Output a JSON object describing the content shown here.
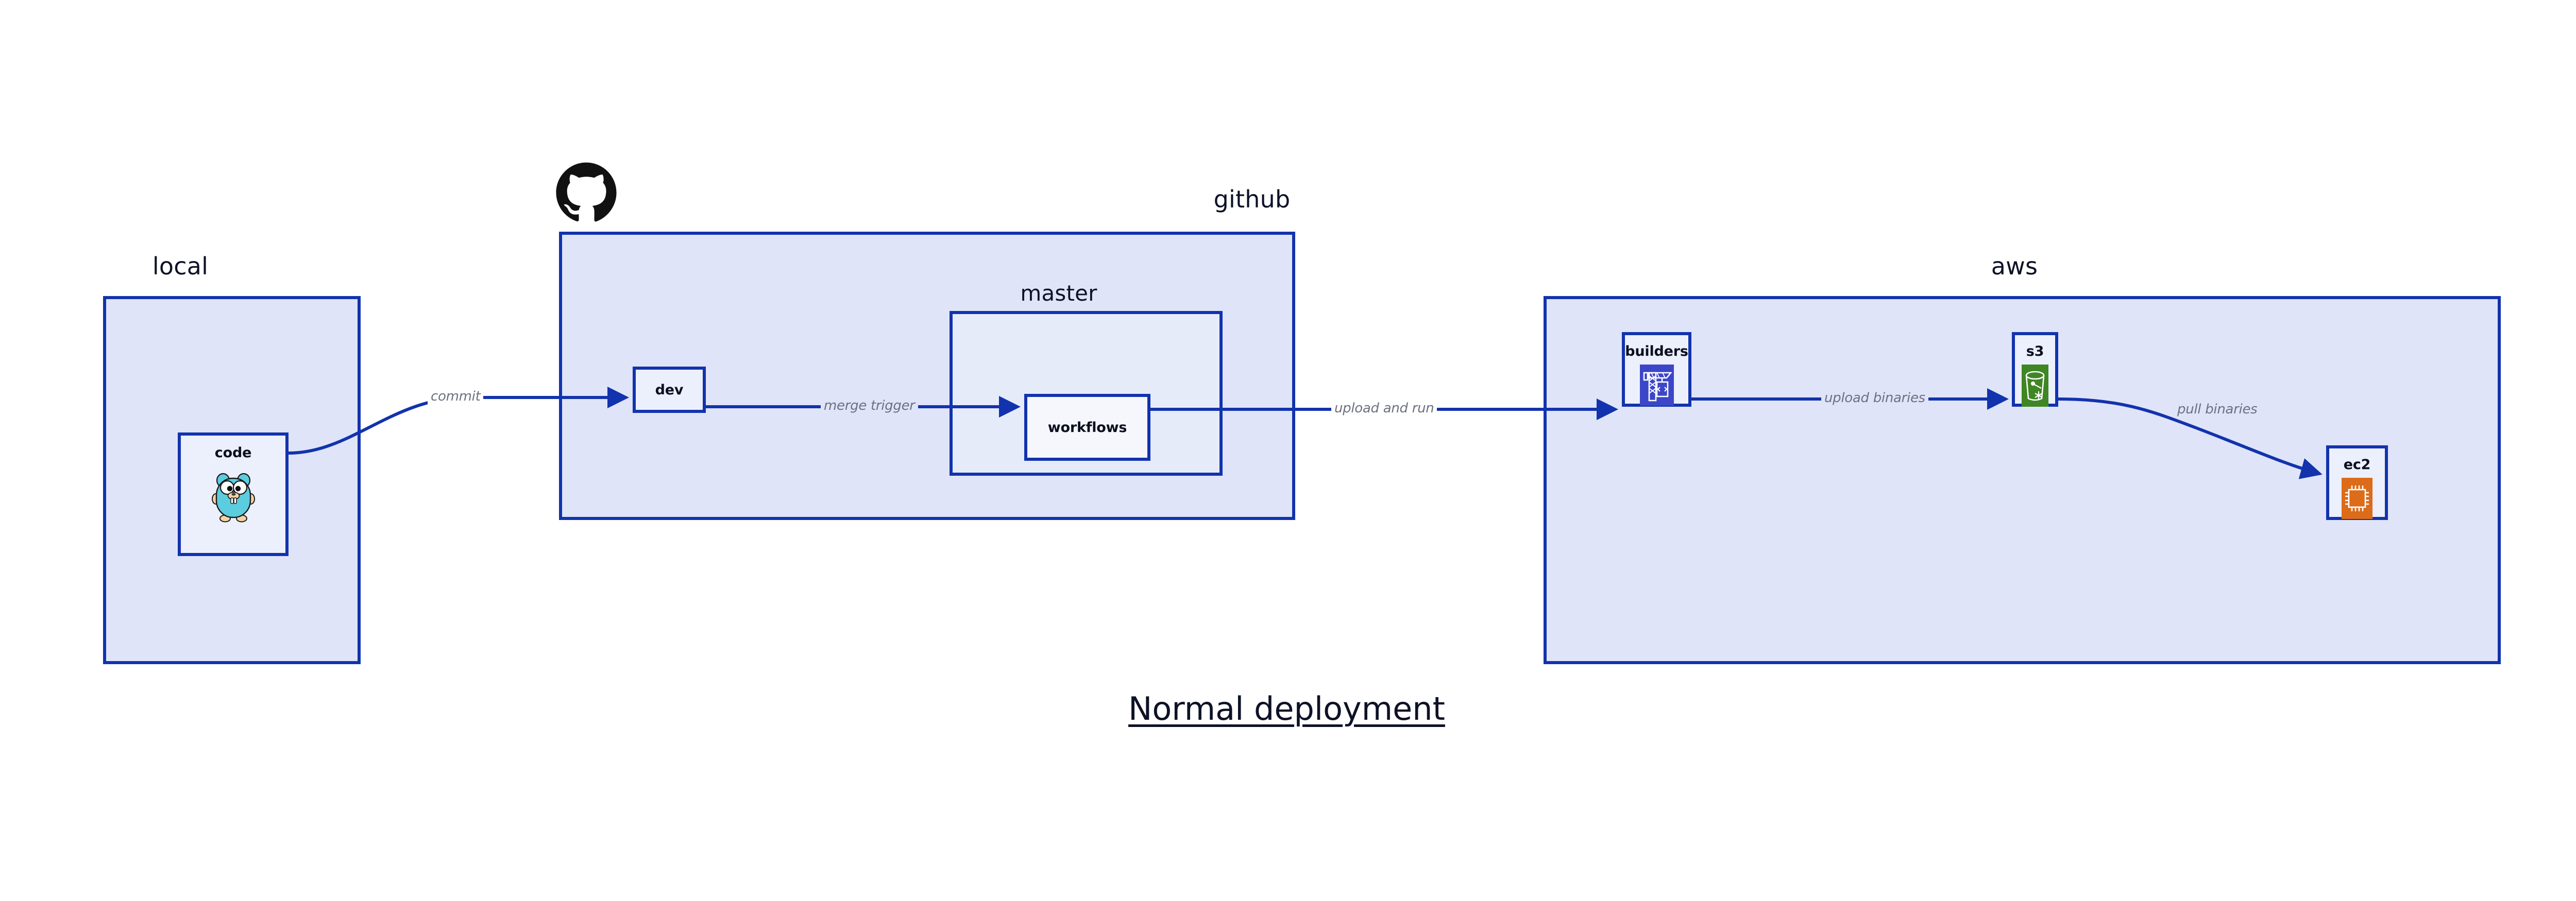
{
  "diagram": {
    "title": "Normal deployment",
    "background_color": "#ffffff",
    "accent_color": "#1233AD",
    "group_fill": "#DFE4F8",
    "node_fill": "#ECF0FC",
    "label_color": "#0D1226",
    "edge_label_color": "#6D7180"
  },
  "groups": {
    "local": {
      "label": "local",
      "nodes": {
        "code": {
          "label": "code",
          "icon": "go-gopher-icon"
        }
      }
    },
    "github": {
      "label": "github",
      "logo": "github-octocat-icon",
      "nodes": {
        "dev": {
          "label": "dev"
        }
      },
      "subgroups": {
        "master": {
          "label": "master",
          "nodes": {
            "workflows": {
              "label": "workflows"
            }
          }
        }
      }
    },
    "aws": {
      "label": "aws",
      "nodes": {
        "builders": {
          "label": "builders",
          "icon": "aws-builders-crane-icon",
          "icon_color": "#3C46C8"
        },
        "s3": {
          "label": "s3",
          "icon": "aws-s3-bucket-icon",
          "icon_color": "#3F8624"
        },
        "ec2": {
          "label": "ec2",
          "icon": "aws-ec2-chip-icon",
          "icon_color": "#DC6B1A"
        }
      }
    }
  },
  "edges": [
    {
      "id": "commit",
      "label": "commit",
      "from": "code",
      "to": "dev"
    },
    {
      "id": "merge-trigger",
      "label": "merge trigger",
      "from": "dev",
      "to": "workflows"
    },
    {
      "id": "upload-run",
      "label": "upload and run",
      "from": "workflows",
      "to": "builders"
    },
    {
      "id": "upload-bin",
      "label": "upload binaries",
      "from": "builders",
      "to": "s3"
    },
    {
      "id": "pull-bin",
      "label": "pull binaries",
      "from": "s3",
      "to": "ec2"
    }
  ]
}
